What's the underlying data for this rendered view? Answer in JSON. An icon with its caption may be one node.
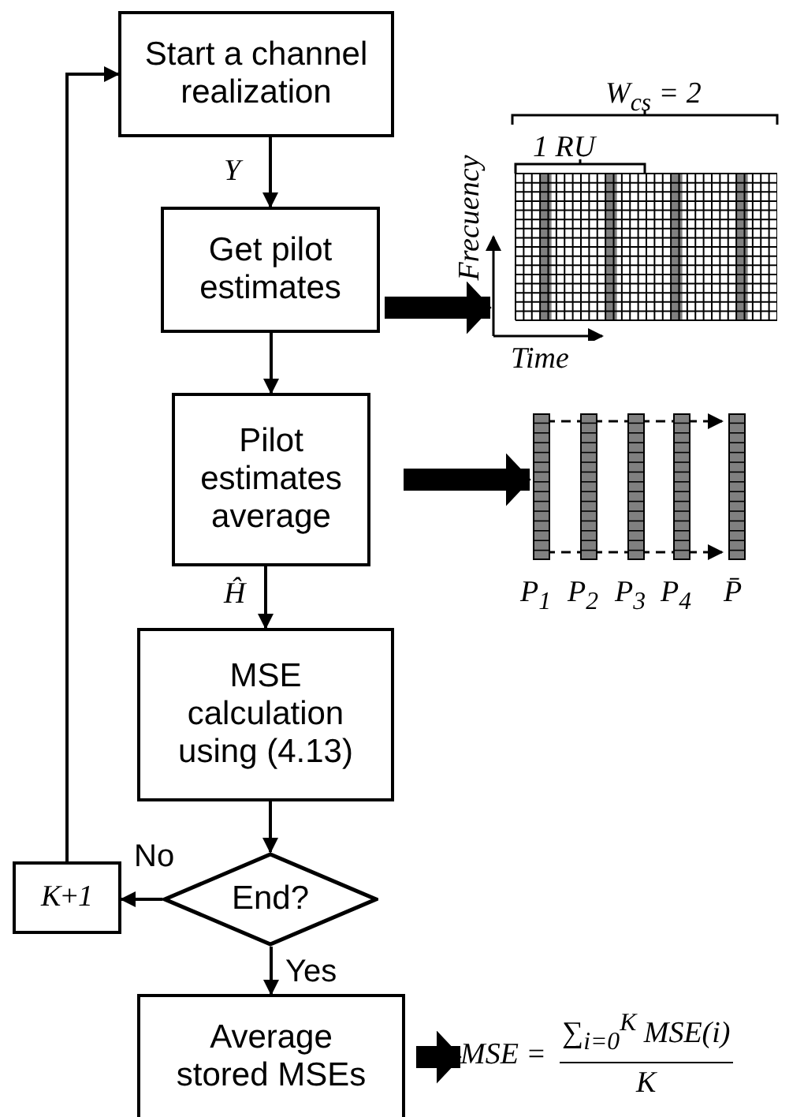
{
  "diagram": {
    "nodes": [
      {
        "text": [
          "Start a channel realization"
        ]
      },
      {
        "text": [
          "Get pilot estimates"
        ]
      },
      {
        "text": [
          "Pilot estimates average"
        ]
      },
      {
        "text": [
          "MSE calculation using (4.13)"
        ]
      },
      {
        "text": [
          "End?"
        ]
      },
      {
        "text": [
          "*K*+*1*"
        ]
      },
      {
        "text": [
          "Average stored MSEs"
        ]
      },
      {
        "text": [],
        "shape": "picture",
        "beside": [
          "W$_{cs}$ = 2",
          "1 RU",
          "Frecuency",
          "Time"
        ]
      },
      {
        "text": [],
        "shape": "picture",
        "beside": [
          "P$_{1}$",
          "P$_{2}$",
          "P$_{3}$",
          "P$_{4}$",
          "P̄"
        ]
      },
      {
        "text": [
          "MSE =",
          "∑$_{i=0}$$^{K}$ MSE(i)",
          "K"
        ]
      }
    ],
    "edges": [
      {
        "from": 0,
        "to": 1,
        "arrow": "to",
        "label": "Y"
      },
      {
        "from": 1,
        "to": 2,
        "arrow": "to"
      },
      {
        "from": 2,
        "to": 3,
        "arrow": "to",
        "label": "Ĥ"
      },
      {
        "from": 3,
        "to": 4,
        "arrow": "to"
      },
      {
        "from": 4,
        "to": 5,
        "arrow": "to",
        "label": "No"
      },
      {
        "from": 4,
        "to": 6,
        "arrow": "to",
        "label": "Yes"
      },
      {
        "from": 5,
        "to": 0,
        "arrow": "to"
      },
      {
        "from": 1,
        "to": 7,
        "arrow": "to",
        "style": "thick"
      },
      {
        "from": 2,
        "to": 8,
        "arrow": "to",
        "style": "thick"
      },
      {
        "from": 6,
        "to": 9,
        "arrow": "to",
        "style": "thick"
      }
    ]
  }
}
